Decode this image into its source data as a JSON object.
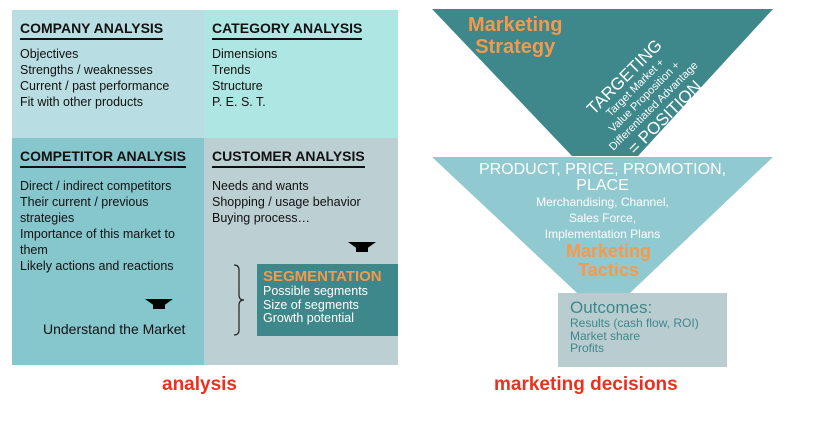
{
  "analysis": {
    "company": {
      "title": "COMPANY ANALYSIS",
      "items": [
        "Objectives",
        "Strengths / weaknesses",
        "Current / past performance",
        "Fit with other products"
      ]
    },
    "category": {
      "title": "CATEGORY ANALYSIS",
      "items": [
        "Dimensions",
        "Trends",
        "Structure",
        "P. E. S. T."
      ]
    },
    "competitor": {
      "title": "COMPETITOR ANALYSIS",
      "items": [
        "Direct / indirect competitors",
        "Their current / previous",
        "strategies",
        "Importance of this market to",
        "them",
        "Likely actions and reactions"
      ],
      "conclusion": "Understand the Market"
    },
    "customer": {
      "title": "CUSTOMER ANALYSIS",
      "items": [
        "Needs and wants",
        "Shopping / usage behavior",
        "Buying process…"
      ]
    },
    "segmentation": {
      "title": "SEGMENTATION",
      "items": [
        "Possible segments",
        "Size of segments",
        "Growth potential"
      ]
    },
    "caption": "analysis"
  },
  "decisions": {
    "strategy": {
      "title1": "Marketing",
      "title2": "Strategy",
      "lines": [
        "TARGETING",
        "Target Market +",
        "Value Proposition +",
        "Differentiated Advantage",
        "= POSITION"
      ]
    },
    "tactics": {
      "headline1": "PRODUCT, PRICE, PROMOTION,",
      "headline2": "PLACE",
      "lines": [
        "Merchandising, Channel,",
        "Sales Force,",
        "Implementation Plans"
      ],
      "title1": "Marketing",
      "title2": "Tactics"
    },
    "outcomes": {
      "title": "Outcomes:",
      "items": [
        "Results (cash flow, ROI)",
        "Market share",
        "Profits"
      ]
    },
    "caption": "marketing decisions"
  },
  "colors": {
    "orange": "#f59a4a",
    "teal": "#3e878b",
    "red": "#e8321e"
  }
}
